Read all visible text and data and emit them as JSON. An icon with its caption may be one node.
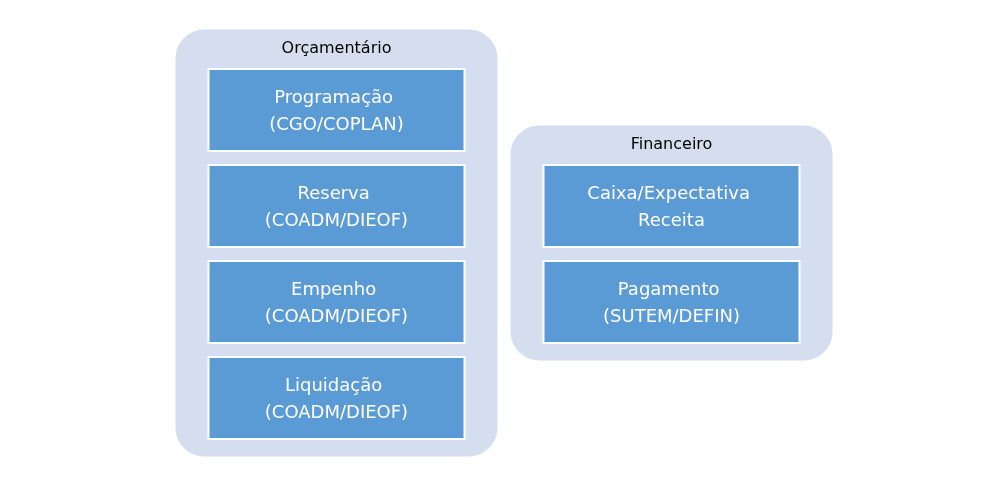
{
  "diagram": {
    "nodes": [
      {
        "text": [
          "Orçamentário"
        ]
      },
      {
        "text": [
          "Programação (CGO/COPLAN)"
        ],
        "in": 0
      },
      {
        "text": [
          "Reserva (COADM/DIEOF)"
        ],
        "in": 0
      },
      {
        "text": [
          "Empenho (COADM/DIEOF)"
        ],
        "in": 0
      },
      {
        "text": [
          "Liquidação (COADM/DIEOF)"
        ],
        "in": 0
      },
      {
        "text": [
          "Financeiro"
        ]
      },
      {
        "text": [
          "Caixa/Expectativa Receita"
        ],
        "in": 5
      },
      {
        "text": [
          "Pagamento (SUTEM/DEFIN)"
        ],
        "in": 5
      }
    ]
  }
}
